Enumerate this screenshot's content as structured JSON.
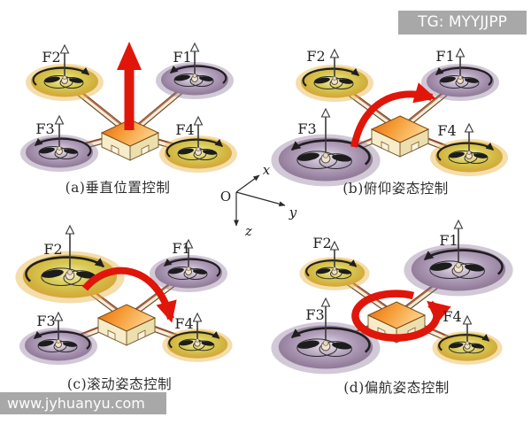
{
  "overlays": {
    "telegram_tag": "TG: MYYJJPP",
    "watermark": "www.jyhuanyu.com"
  },
  "axes": {
    "origin": "O",
    "x_label": "x",
    "y_label": "y",
    "z_label": "z"
  },
  "panels": {
    "a": {
      "caption": "(a)垂直位置控制",
      "labels": {
        "f1": "F1",
        "f2": "F2",
        "f3": "F3",
        "f4": "F4"
      }
    },
    "b": {
      "caption": "(b)俯仰姿态控制",
      "labels": {
        "f1": "F1",
        "f2": "F2",
        "f3": "F3",
        "f4": "F4"
      }
    },
    "c": {
      "caption": "(c)滚动姿态控制",
      "labels": {
        "f1": "F1",
        "f2": "F2",
        "f3": "F3",
        "f4": "F4"
      }
    },
    "d": {
      "caption": "(d)偏航姿态控制",
      "labels": {
        "f1": "F1",
        "f2": "F2",
        "f3": "F3",
        "f4": "F4"
      }
    }
  },
  "colors": {
    "control_arrow_red": "#e0160a",
    "rotor_yellow": "#d9c44a",
    "rotor_yellow_rim": "#d89f3a",
    "rotor_purple": "#9c87a8",
    "body_orange": "#f59a33",
    "arm_cream": "#f5eedc",
    "watermark_bg": "#a8a8a8",
    "watermark_text": "#fdfdfd"
  }
}
